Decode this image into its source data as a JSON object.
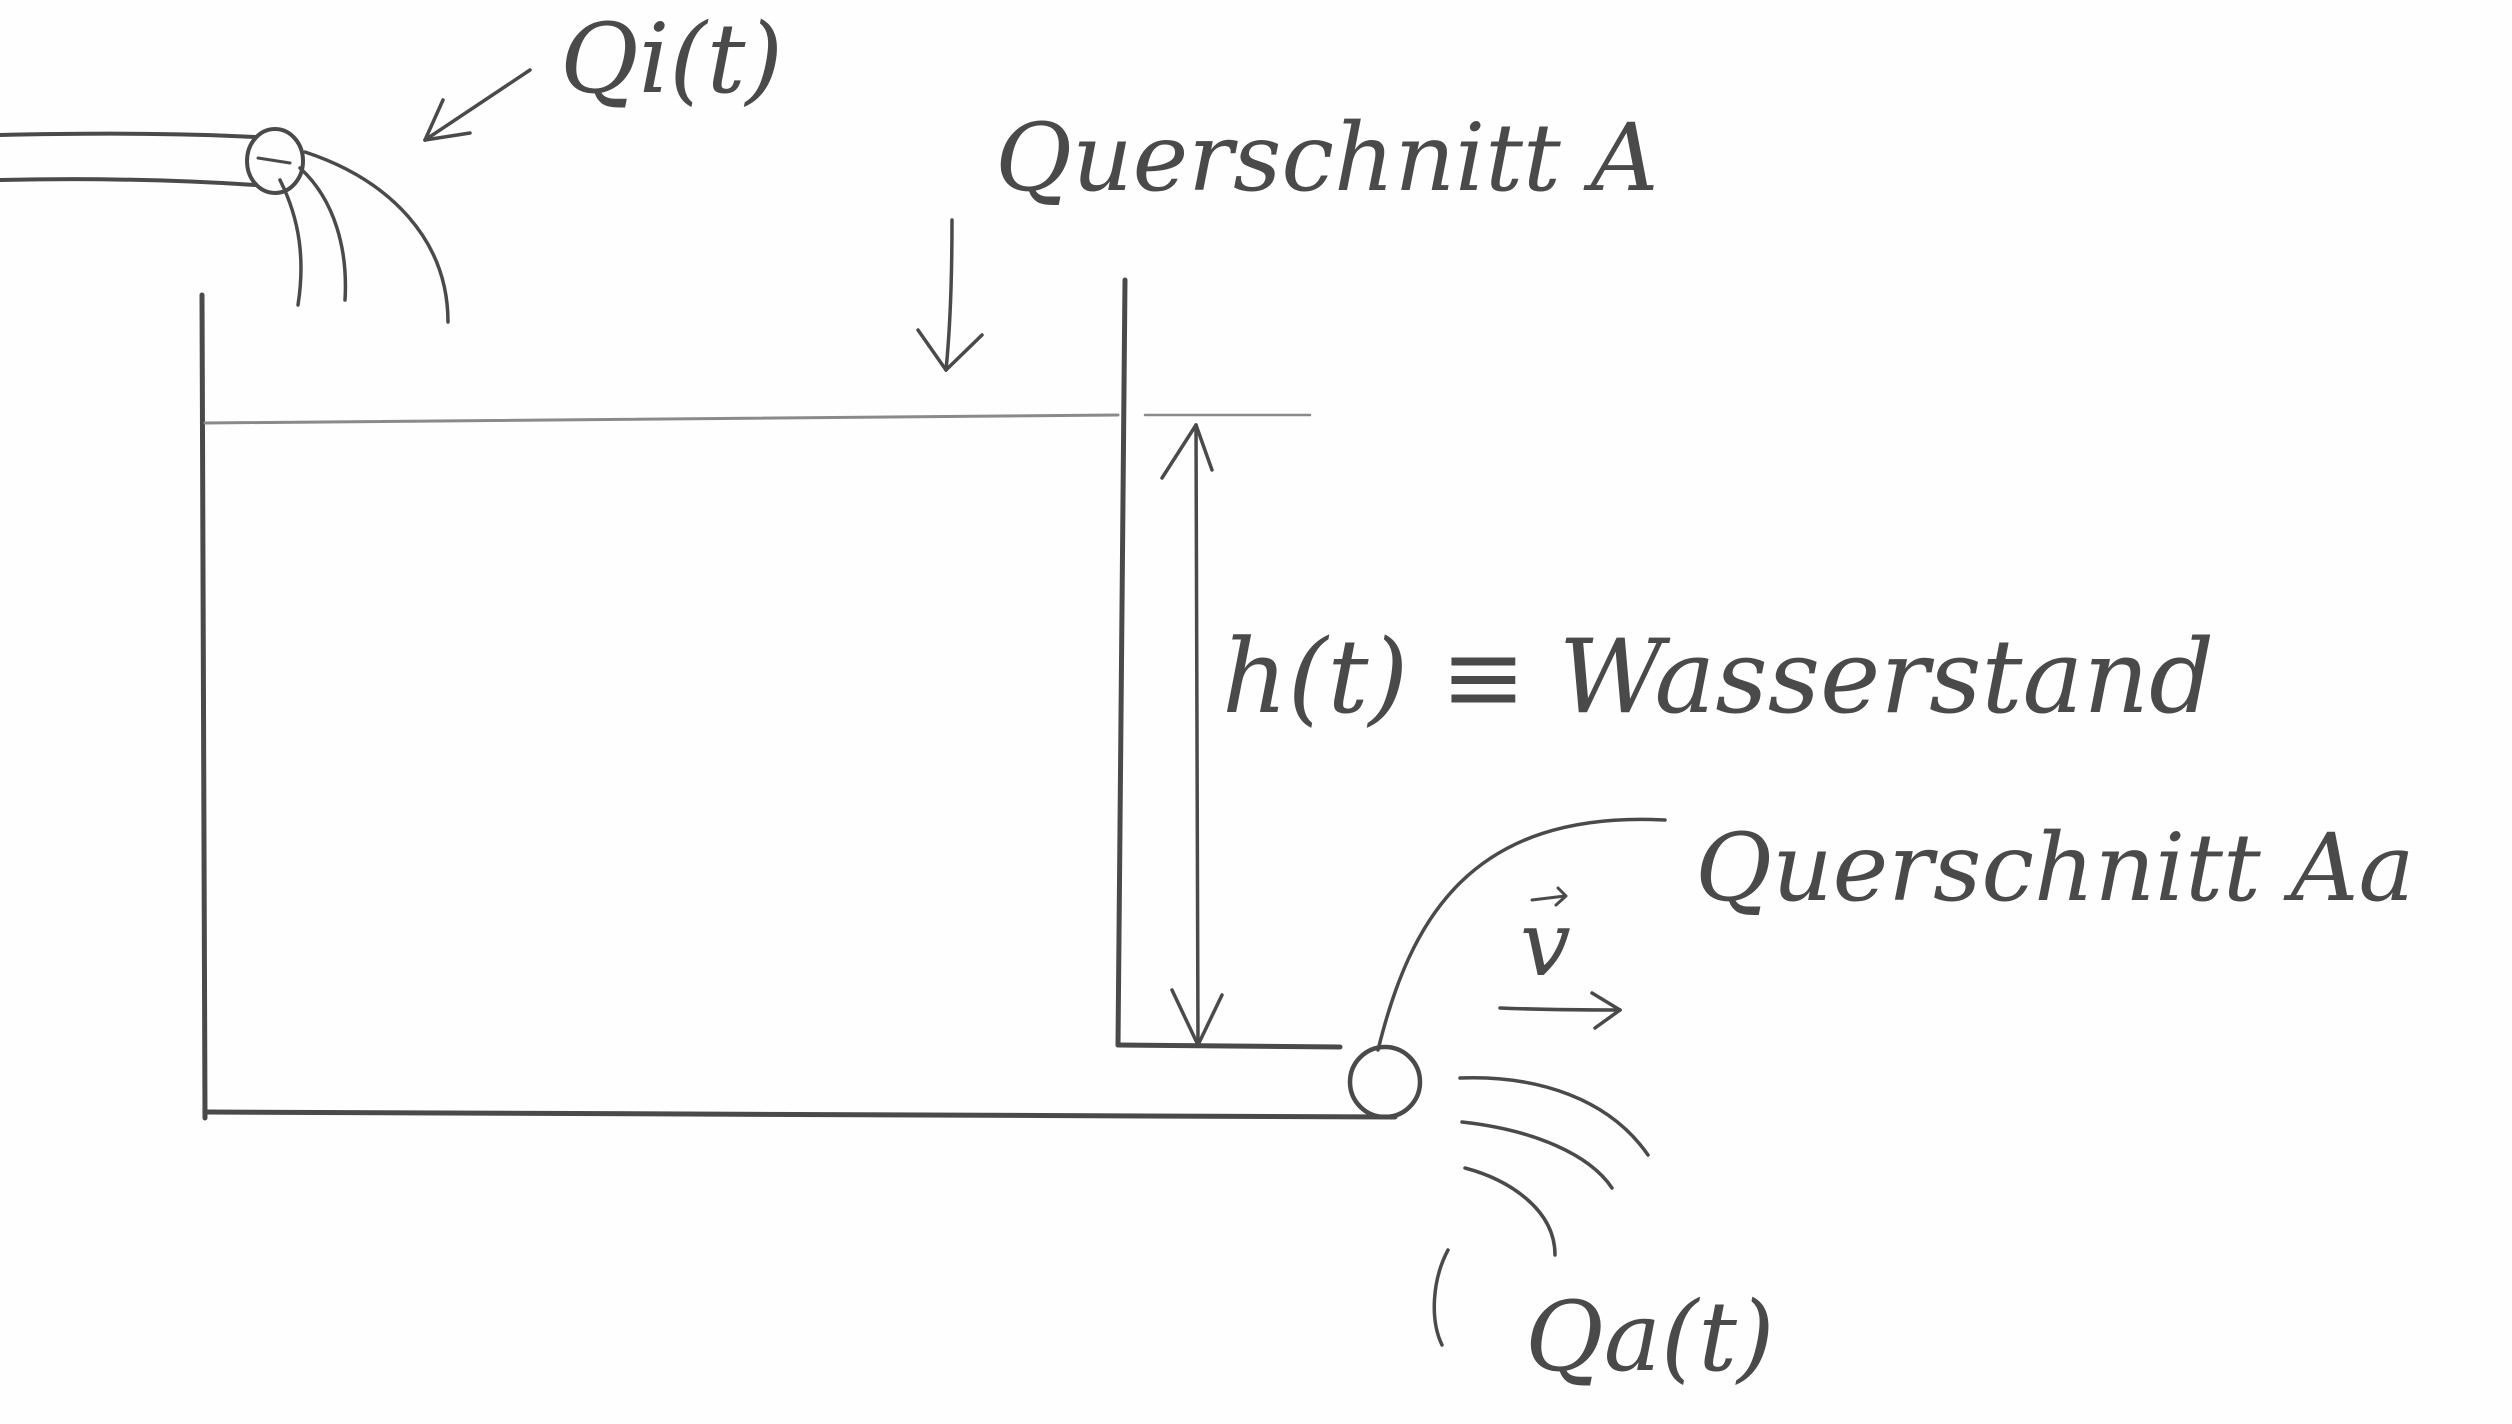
{
  "labels": {
    "inflow": "Qi(t)",
    "cross_section_top": "Querschnitt A",
    "water_level": "h(t) ≡ Wasserstand",
    "cross_section_outlet": "Querschnitt Aa",
    "velocity": "v",
    "outflow": "Qa(t)"
  },
  "colors": {
    "ink": "#4a4a4a",
    "paper": "#fefefe"
  }
}
